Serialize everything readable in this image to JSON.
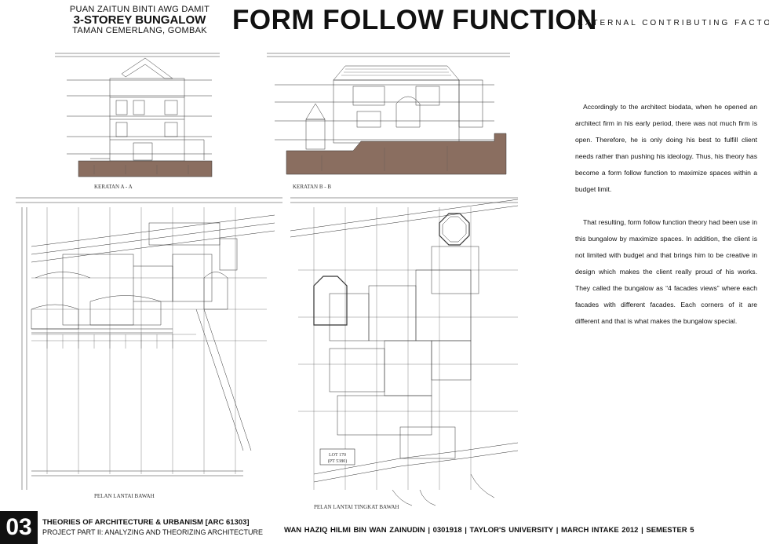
{
  "header": {
    "client": "PUAN ZAITUN BINTI AWG DAMIT",
    "project": "3-STOREY BUNGALOW",
    "address": "TAMAN CEMERLANG, GOMBAK",
    "title": "FORM FOLLOW FUNCTION",
    "subtitle": "EXTERNAL CONTRIBUTING FACTOR"
  },
  "drawings": {
    "section_a": "KERATAN A - A",
    "section_b": "KERATAN B - B",
    "ground_floor": "PELAN LANTAI BAWAH",
    "upper_floor": "PELAN LANTAI TINGKAT BAWAH",
    "lot_label": "LOT 170",
    "lot_area": "(PT 5380)"
  },
  "body": {
    "p1": "Accordingly to the architect biodata, when he opened an architect firm in his early period, there was not much firm is open. Therefore, he is only doing his best to fulfill client needs rather than pushing his ideology. Thus, his theory has become a form follow function to maximize spaces within a budget limit.",
    "p2": "That resulting, form follow function theory had been use in this bungalow by maximize spaces. In addition, the client is not limited with budget and that brings him to be creative in design which makes the client really proud of his works. They called the bungalow as “4 facades views” where each facades with different facades. Each corners of it are different and that is what makes the bungalow special."
  },
  "footer": {
    "number": "03",
    "course": "THEORIES OF ARCHITECTURE & URBANISM [ARC 61303]",
    "part": "PROJECT PART II: ANALYZING AND THEORIZING ARCHITECTURE",
    "author": "WAN HAZIQ HILMI BIN WAN ZAINUDIN  |  0301918  |  TAYLOR'S UNIVERSITY  |  MARCH INTAKE 2012  |  SEMESTER 5"
  }
}
